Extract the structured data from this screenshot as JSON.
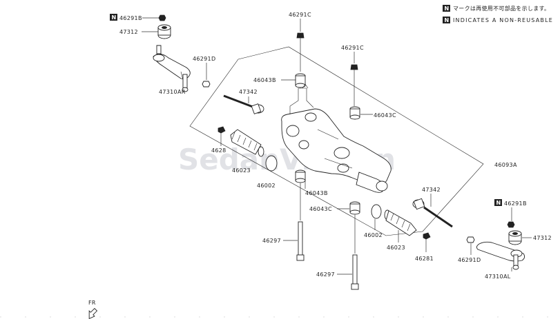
{
  "legend": {
    "line1": "マークは再使用不可部品を示します。",
    "line2": "INDICATES A NON-REUSABLE",
    "badge": "N"
  },
  "watermark": "SedanViet.vn",
  "fr_label": "FR",
  "labels": {
    "n46291b_left": "46291B",
    "p47312_left": "47312",
    "p47310ar": "47310AR",
    "p46291d_left": "46291D",
    "p46291c_top": "46291C",
    "p46043b_top": "46043B",
    "p47342_left": "47342",
    "p46291c_mid": "46291C",
    "p46043c_mid": "46043C",
    "p4628": "4628",
    "p46023_left": "46023",
    "p46002_left": "46002",
    "p46043b_low": "46043B",
    "p46093a": "46093A",
    "p47342_right": "47342",
    "p46043c_low": "46043C",
    "n46291b_right": "46291B",
    "p46002_right": "46002",
    "p47312_right": "47312",
    "p46297_left": "46297",
    "p46023_right": "46023",
    "p46281": "46281",
    "p46291d_right": "46291D",
    "p47310al": "47310AL",
    "p46297_low": "46297"
  }
}
